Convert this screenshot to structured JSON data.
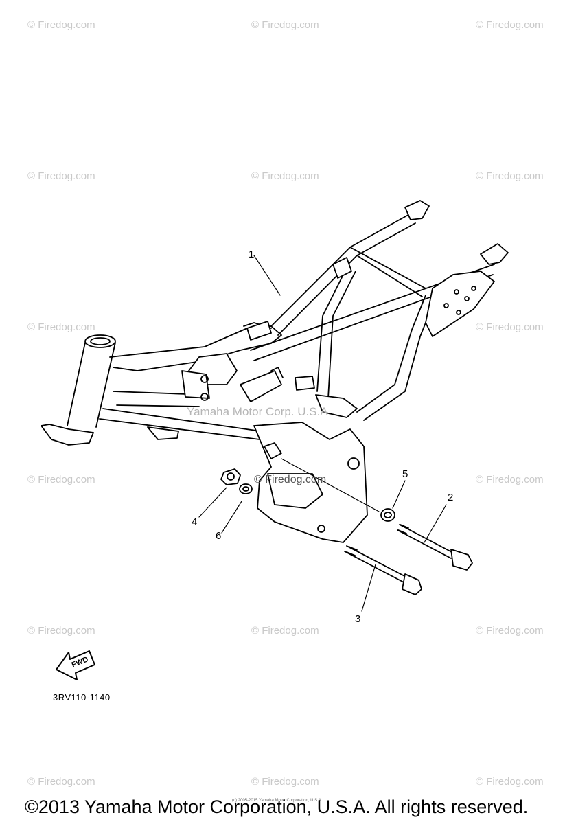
{
  "watermark": "© Firedog.com",
  "inline_watermark_1": "Yamaha Motor Corp. U.S.A.",
  "inline_watermark_2": "© Firedog.com",
  "callouts": {
    "c1": "1",
    "c2": "2",
    "c3": "3",
    "c4": "4",
    "c5": "5",
    "c6": "6"
  },
  "fwd_label": "FWD",
  "diagram_code": "3RV110-1140",
  "small_copyright": "(c) 2005-2015 Yamaha Motor Corporation, U.S.A.",
  "copyright": "©2013 Yamaha Motor Corporation, U.S.A. All rights reserved."
}
